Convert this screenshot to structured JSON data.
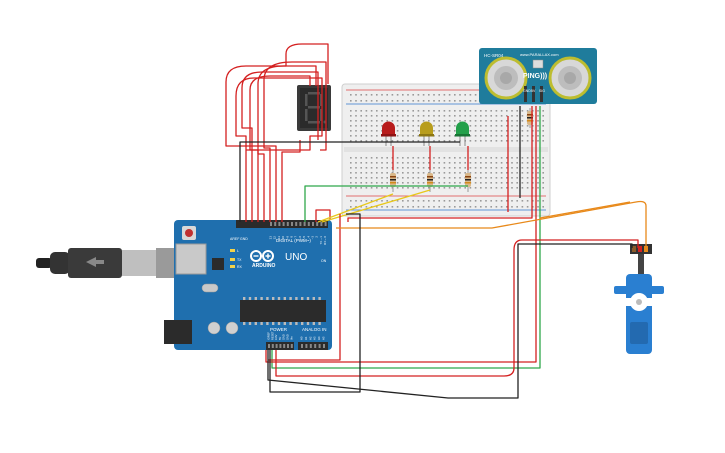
{
  "arduino": {
    "digital_label": "DIGITAL (PWM~)",
    "logo_text": "ARDUINO",
    "model": "UNO",
    "power_label": "POWER",
    "analog_label": "ANALOG IN",
    "tx_label": "TX",
    "rx_label": "RX",
    "l_label": "L",
    "on_label": "ON",
    "aref_label": "AREF",
    "gnd_label": "GND",
    "pins_top": [
      "13",
      "12",
      "~11",
      "~10",
      "~9",
      "8",
      "7",
      "~6",
      "~5",
      "4",
      "~3",
      "2",
      "TX→1",
      "RX←0"
    ],
    "power_pins": [
      "IOREF",
      "RESET",
      "3.3V",
      "5V",
      "GND",
      "GND",
      "Vin"
    ],
    "analog_pins": [
      "A0",
      "A1",
      "A2",
      "A3",
      "A4",
      "A5"
    ]
  },
  "sensor": {
    "model_top": "HC-SR04",
    "brand": "www.PARALLAX.com",
    "name": "PING)))",
    "pins": [
      "GND",
      "5V",
      "SIG"
    ]
  },
  "display": {
    "digit": "8."
  },
  "colors": {
    "wire_red": "#d42020",
    "wire_black": "#222222",
    "wire_green": "#2fa84a",
    "wire_orange": "#e8891a",
    "wire_yellow": "#e8c81a",
    "arduino_blue": "#1f6fae",
    "sensor_teal": "#1f7c9c",
    "servo_blue": "#2a7fd1"
  }
}
